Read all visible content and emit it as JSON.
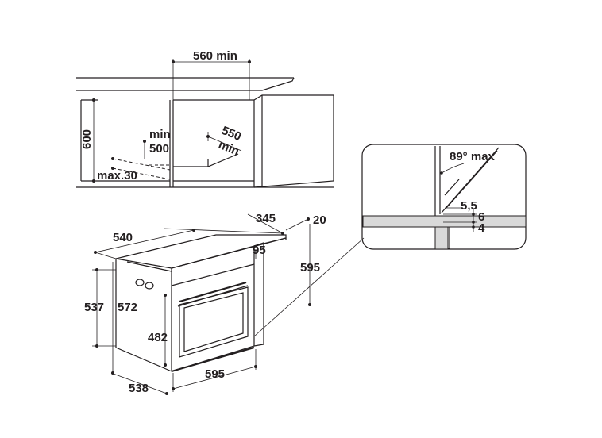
{
  "cabinet_view": {
    "width_label": "560 min",
    "height_label": "600",
    "depth_min_word": "min",
    "depth_min_value": "500",
    "depth_550_value": "550",
    "depth_550_word": "min",
    "max_label": "max.30"
  },
  "oven_view": {
    "depth_total": "540",
    "depth_body": "345",
    "panel_thickness": "20",
    "top_offset": "95",
    "height_total": "595",
    "side_height": "537",
    "body_height": "572",
    "door_height": "482",
    "width_total": "595",
    "bottom_depth": "538"
  },
  "detail": {
    "angle_label": "89° max",
    "gap_a": "5,5",
    "gap_b": "6",
    "gap_c": "4"
  }
}
